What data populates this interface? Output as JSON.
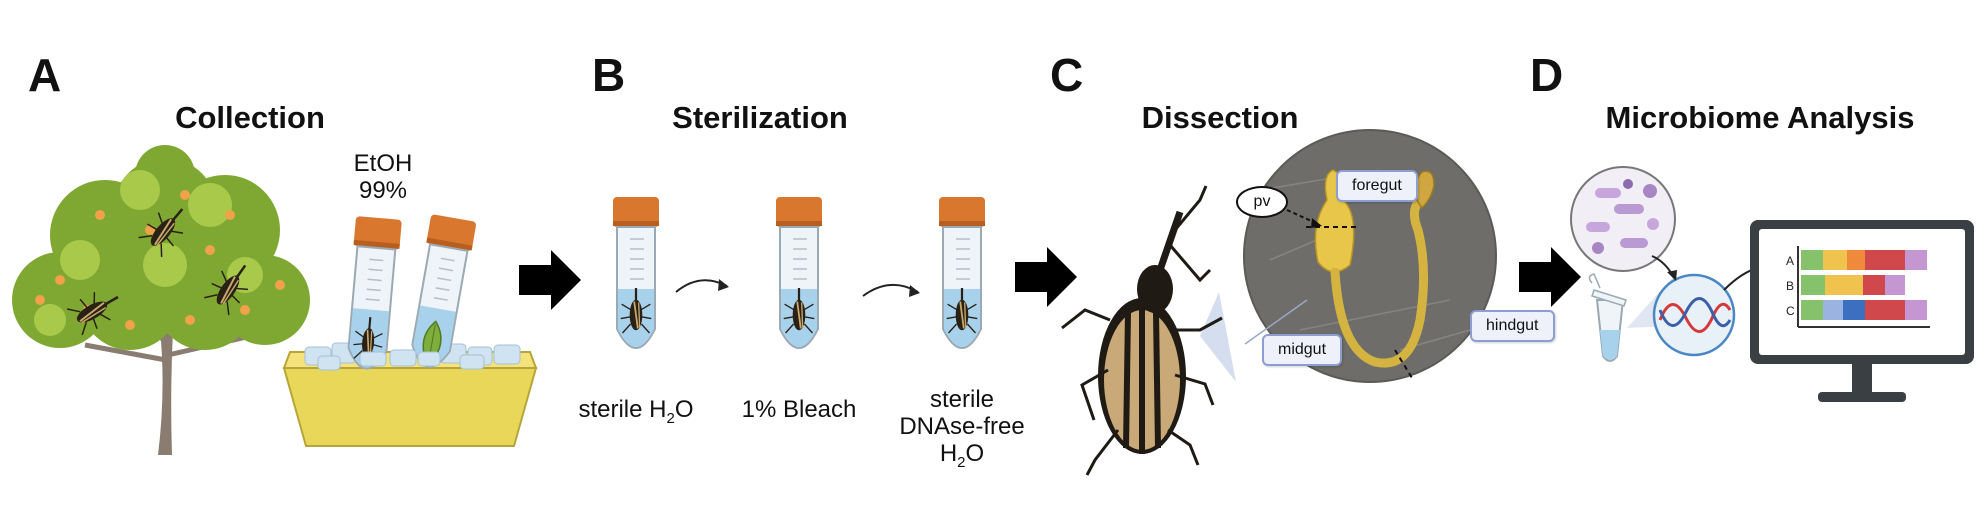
{
  "panels": {
    "a": {
      "letter": "A",
      "title": "Collection",
      "etoh_line1": "EtOH",
      "etoh_line2": "99%"
    },
    "b": {
      "letter": "B",
      "title": "Sterilization",
      "tube1_label_pre": "sterile H",
      "tube1_label_sub": "2",
      "tube1_label_post": "O",
      "tube2_label": "1% Bleach",
      "tube3_line1": "sterile",
      "tube3_line2": "DNAse-free",
      "tube3_h": "H",
      "tube3_sub": "2",
      "tube3_o": "O"
    },
    "c": {
      "letter": "C",
      "title": "Dissection",
      "labels": {
        "pv": "pv",
        "foregut": "foregut",
        "midgut": "midgut",
        "hindgut": "hindgut"
      }
    },
    "d": {
      "letter": "D",
      "title": "Microbiome Analysis",
      "rows": [
        "A",
        "B",
        "C"
      ]
    }
  },
  "colors": {
    "cap": "#d9772e",
    "liquid": "#a8d2ec",
    "arrow": "#000000",
    "tray": "#e9d75a",
    "ice": "#cfe3f0"
  }
}
